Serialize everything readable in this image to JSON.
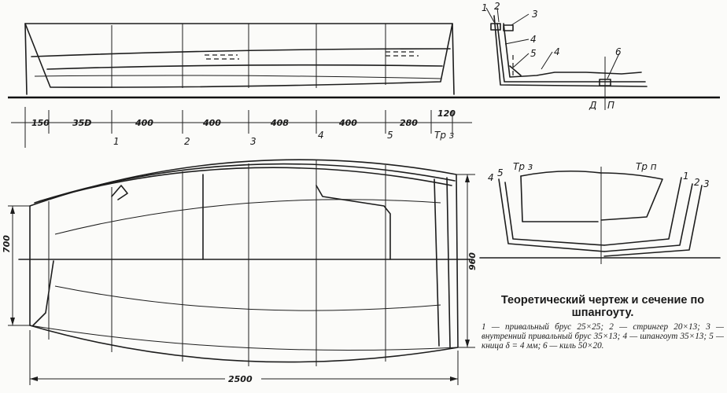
{
  "profile": {
    "section_marks": [
      "1",
      "2",
      "3",
      "4",
      "5",
      "6"
    ],
    "bottom_marks": [
      "Д",
      "П"
    ]
  },
  "stations": {
    "spacing": [
      "150",
      "35D",
      "400",
      "400",
      "408",
      "400",
      "280",
      "120"
    ],
    "numbers": [
      "1",
      "2",
      "3",
      "4",
      "5",
      "Тр з"
    ]
  },
  "plan": {
    "height_dim": "700",
    "width_dim": "960",
    "length_dim": "2500"
  },
  "section": {
    "left_labels": [
      "4",
      "5",
      "Тр з"
    ],
    "right_labels": [
      "Тр п",
      "1",
      "2",
      "3"
    ]
  },
  "caption": {
    "title": "Теоретический чертеж и сечение по шпангоуту.",
    "legend": "1 — привальный брус 25×25; 2 — стрингер 20×13; 3 — внутренний привальный брус 35×13; 4 — шпангоут 35×13; 5 — кница δ = 4 мм; 6 — киль 50×20."
  }
}
